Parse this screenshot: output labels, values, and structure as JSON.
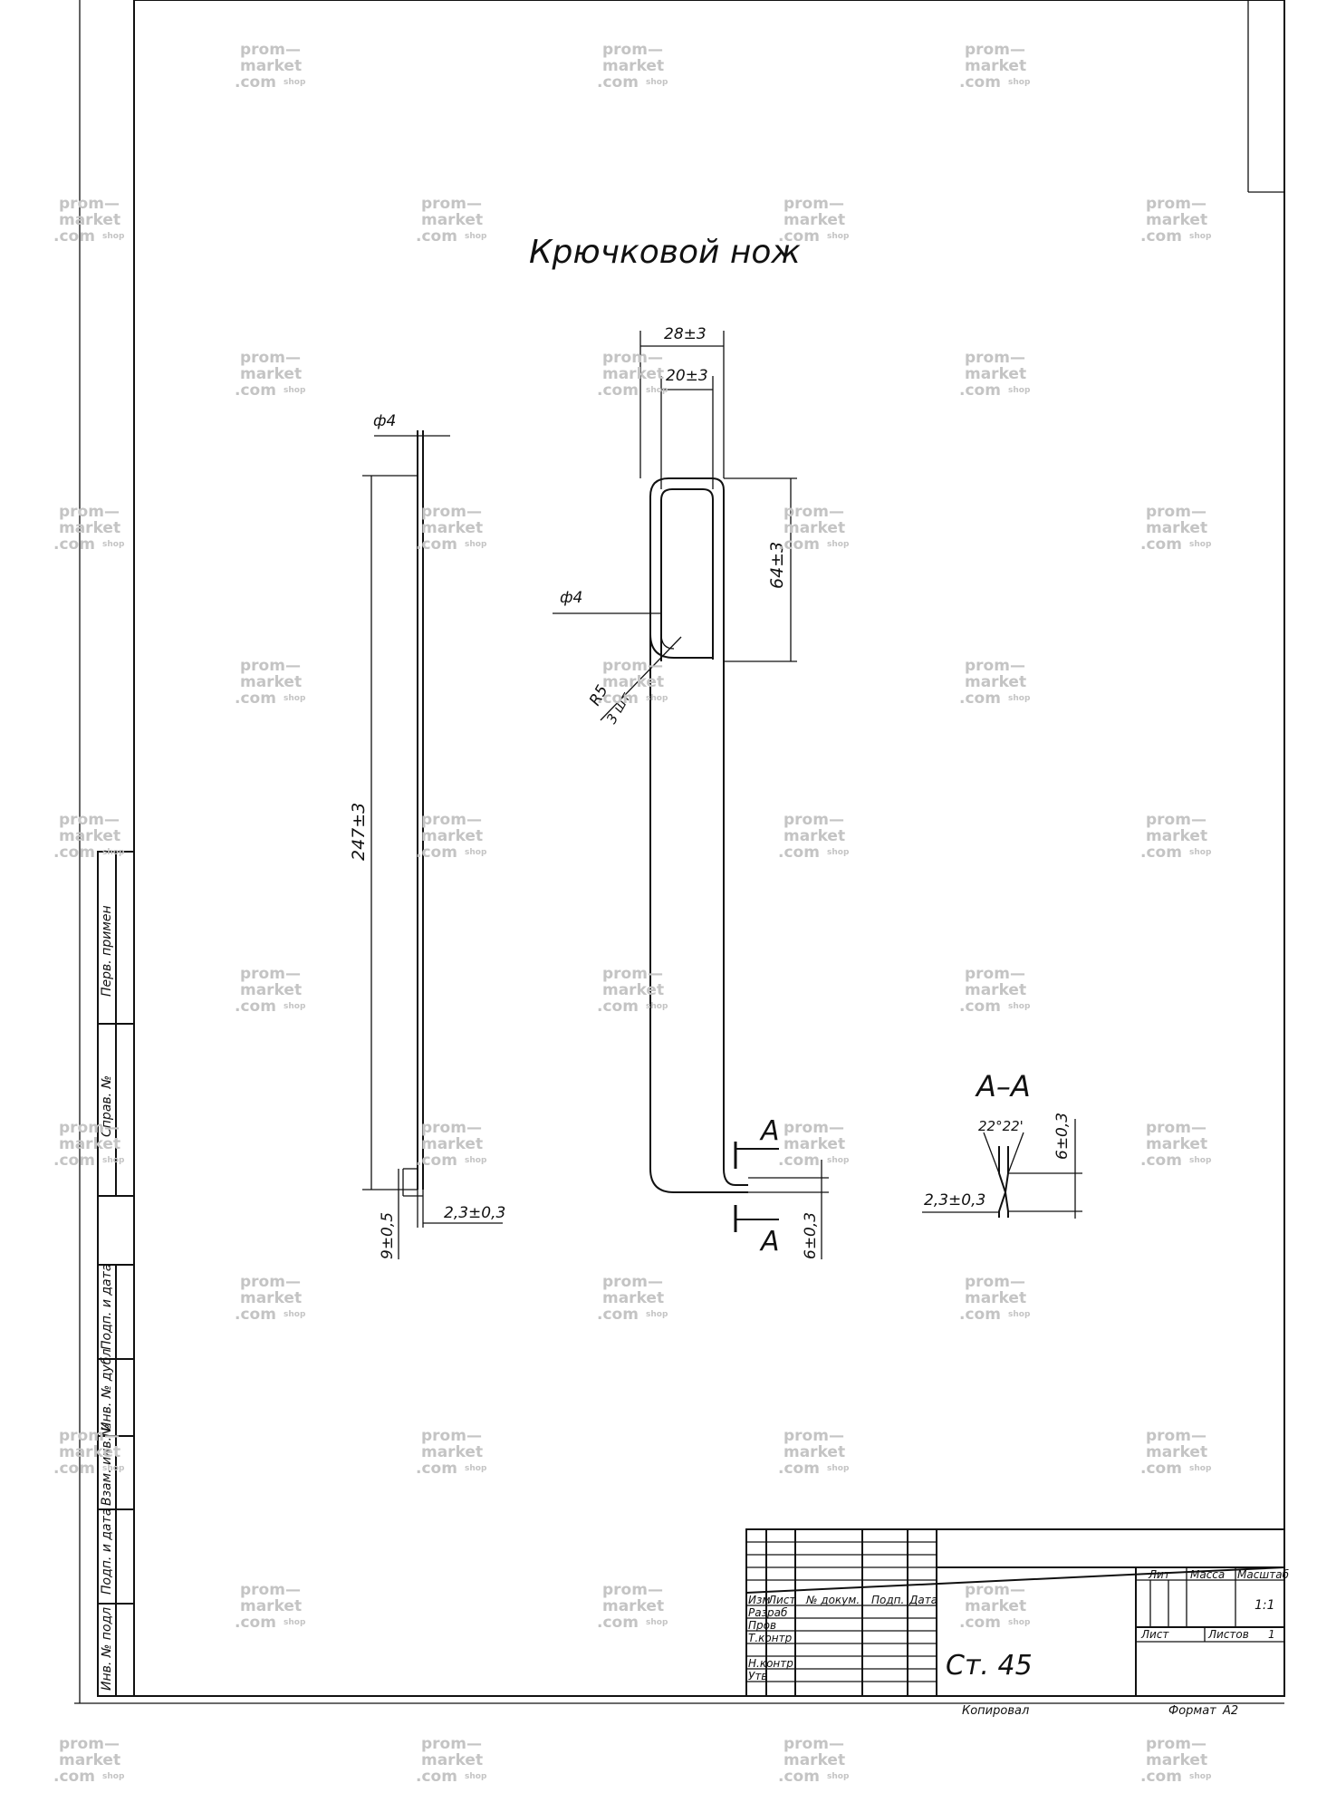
{
  "title": "Крючковой нож",
  "dimensions": {
    "width_28": "28±3",
    "width_20": "20±3",
    "height_64": "64±3",
    "dia_left": "ф4",
    "dia_right": "ф4",
    "radius": "R5",
    "radius_count": "3 шт",
    "length_247": "247±3",
    "tip_9": "9±0,5",
    "thick_left": "2,3±0,3",
    "tip_6_front": "6±0,3",
    "section_thick": "2,3±0,3",
    "section_6": "6±0,3",
    "section_angle": "22°22'"
  },
  "section": {
    "title": "А–А",
    "mark_top": "А",
    "mark_bottom": "А"
  },
  "side_stamp": {
    "perv_primen": "Перв. примен",
    "sprav": "Справ. №",
    "podp_data_1": "Подп. и дата",
    "inv_dubl": "Инв. № дубл",
    "vzam_inv": "Взам. инв.№",
    "podp_data_2": "Подп. и дата",
    "inv_podl": "Инв. № подл"
  },
  "title_block": {
    "izm": "Изм",
    "list": "Лист",
    "dokum": "№ докум.",
    "podp": "Подп.",
    "data": "Дата",
    "razrab": "Разраб",
    "prov": "Пров",
    "tkontr": "Т.контр",
    "nkontr": "Н.контр",
    "utv": "Утв",
    "lit": "Лит",
    "massa": "Масса",
    "masshtab": "Масштаб",
    "scale_value": "1:1",
    "list_label": "Лист",
    "listov_label": "Листов",
    "listov_value": "1",
    "material": "Ст. 45",
    "kopiroval": "Копировал",
    "format_label": "Формат",
    "format_value": "А2"
  },
  "watermark": {
    "line1": "prom—",
    "line2": "market",
    "line3": ".com",
    "suffix": "shop"
  }
}
